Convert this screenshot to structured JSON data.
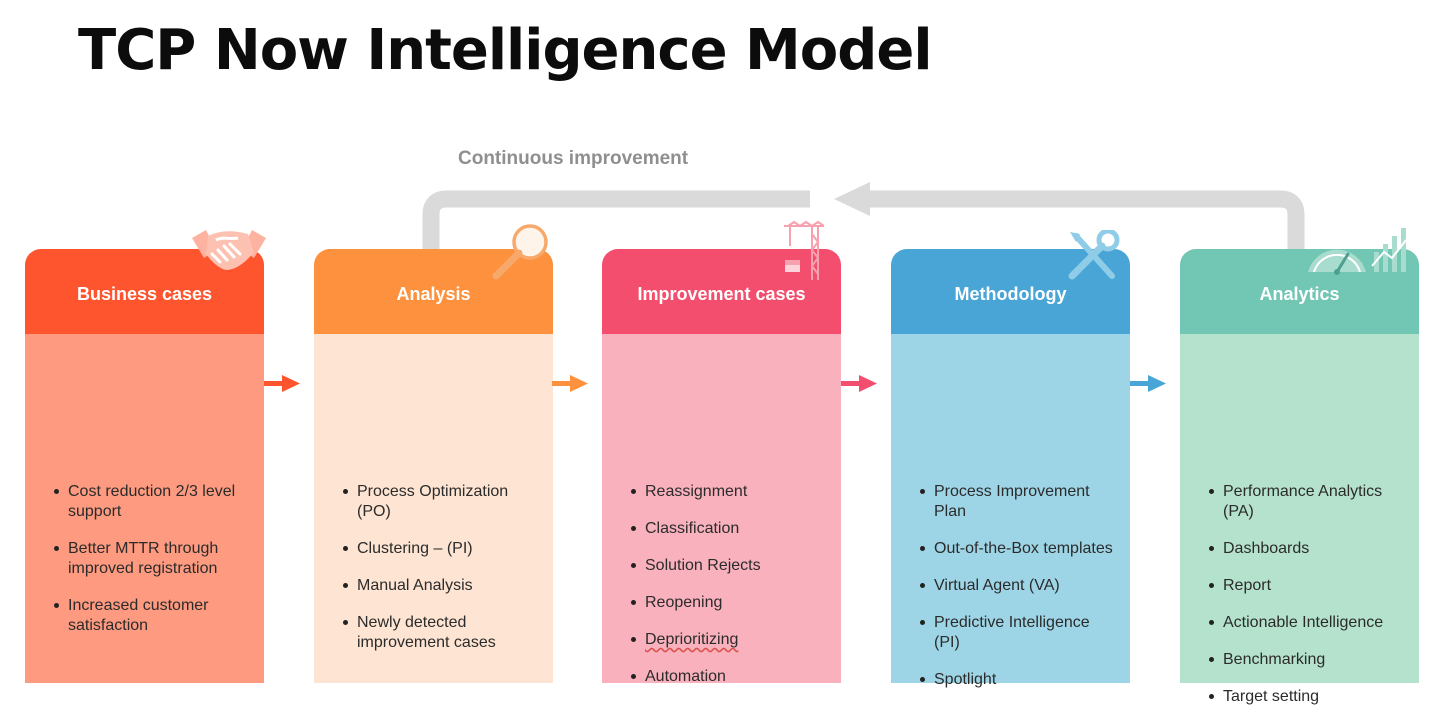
{
  "title": "TCP Now Intelligence Model",
  "loop_label": "Continuous improvement",
  "columns": [
    {
      "key": "business",
      "header": "Business cases",
      "icon": "handshake-icon",
      "header_color": "#fe552e",
      "body_color": "#fd9a7f",
      "items": [
        "Cost reduction 2/3 level support",
        "Better MTTR through improved registration",
        "Increased customer satisfaction"
      ]
    },
    {
      "key": "analysis",
      "header": "Analysis",
      "icon": "magnifier-icon",
      "header_color": "#fe913d",
      "body_color": "#fee4d2",
      "items": [
        "Process Optimization (PO)",
        "Clustering – (PI)",
        "Manual Analysis",
        "Newly detected improvement cases"
      ]
    },
    {
      "key": "improvement",
      "header": "Improvement cases",
      "icon": "crane-icon",
      "header_color": "#f44e6e",
      "body_color": "#f9b1bd",
      "items": [
        "Reassignment",
        "Classification",
        "Solution Rejects",
        "Reopening",
        "Deprioritizing",
        "Automation"
      ]
    },
    {
      "key": "methodology",
      "header": "Methodology",
      "icon": "tools-icon",
      "header_color": "#48a5d6",
      "body_color": "#9dd5e6",
      "items": [
        "Process Improvement Plan",
        "Out-of-the-Box templates",
        "Virtual Agent (VA)",
        "Predictive Intelligence (PI)",
        "Spotlight"
      ]
    },
    {
      "key": "analytics",
      "header": "Analytics",
      "icon": "gauge-chart-icon",
      "header_color": "#71c6b4",
      "body_color": "#b5e2cd",
      "items": [
        "Performance Analytics (PA)",
        "Dashboards",
        "Report",
        "Actionable Intelligence",
        "Benchmarking",
        "Target setting"
      ]
    }
  ],
  "colors": {
    "loop": "#dadada",
    "loop_text": "#8f8f8f"
  }
}
